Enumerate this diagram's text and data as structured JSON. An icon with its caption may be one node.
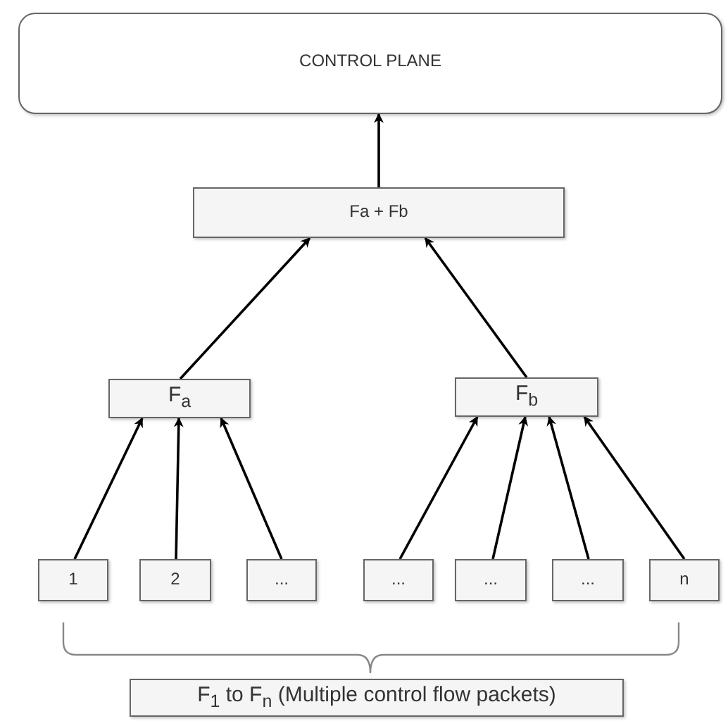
{
  "diagram": {
    "nodes": [
      {
        "text": [
          "CONTROL PLANE"
        ]
      },
      {
        "text": [
          "Fa + Fb"
        ]
      },
      {
        "text": [
          "F$_{a}$"
        ]
      },
      {
        "text": [
          "F$_{b}$"
        ]
      },
      {
        "text": [
          "1"
        ]
      },
      {
        "text": [
          "2"
        ]
      },
      {
        "text": [
          "..."
        ]
      },
      {
        "text": [
          "..."
        ]
      },
      {
        "text": [
          "..."
        ]
      },
      {
        "text": [
          "..."
        ]
      },
      {
        "text": [
          "n"
        ]
      },
      {
        "text": [
          "F$_{1}$ to F$_{n}$ (Multiple control flow packets)"
        ]
      }
    ],
    "edges": [
      {
        "from": 1,
        "to": 0,
        "arrow": "to"
      },
      {
        "from": 2,
        "to": 1,
        "arrow": "to"
      },
      {
        "from": 3,
        "to": 1,
        "arrow": "to"
      },
      {
        "from": 4,
        "to": 2,
        "arrow": "to"
      },
      {
        "from": 5,
        "to": 2,
        "arrow": "to"
      },
      {
        "from": 6,
        "to": 2,
        "arrow": "to"
      },
      {
        "from": 7,
        "to": 3,
        "arrow": "to"
      },
      {
        "from": 8,
        "to": 3,
        "arrow": "to"
      },
      {
        "from": 9,
        "to": 3,
        "arrow": "to"
      },
      {
        "from": 10,
        "to": 3,
        "arrow": "to"
      }
    ]
  }
}
